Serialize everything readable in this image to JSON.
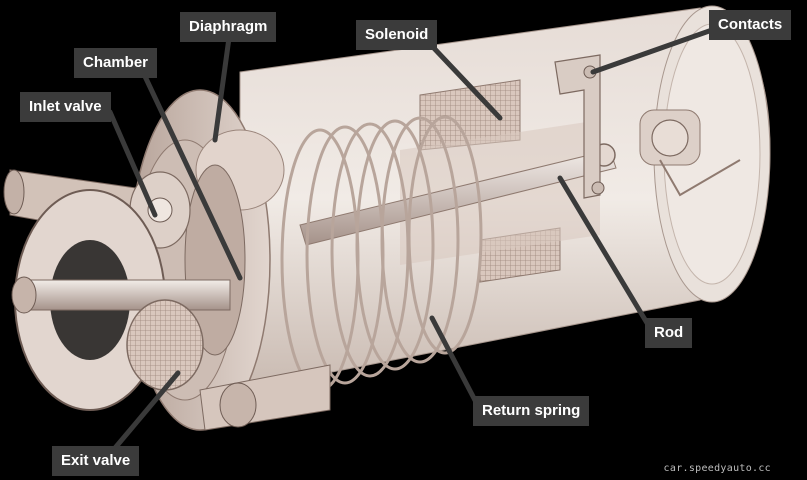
{
  "diagram": {
    "labels": {
      "diaphragm": "Diaphragm",
      "solenoid": "Solenoid",
      "contacts": "Contacts",
      "chamber": "Chamber",
      "inlet_valve": "Inlet valve",
      "rod": "Rod",
      "return_spring": "Return spring",
      "exit_valve": "Exit valve"
    },
    "watermark": "car.speedyauto.cc"
  },
  "colors": {
    "background": "#000000",
    "label_bg": "#3b3b3b",
    "label_text": "#ffffff",
    "leader_line": "#3a3a3a",
    "housing": "#d8cbc2",
    "metal": "#c9b8ae"
  }
}
